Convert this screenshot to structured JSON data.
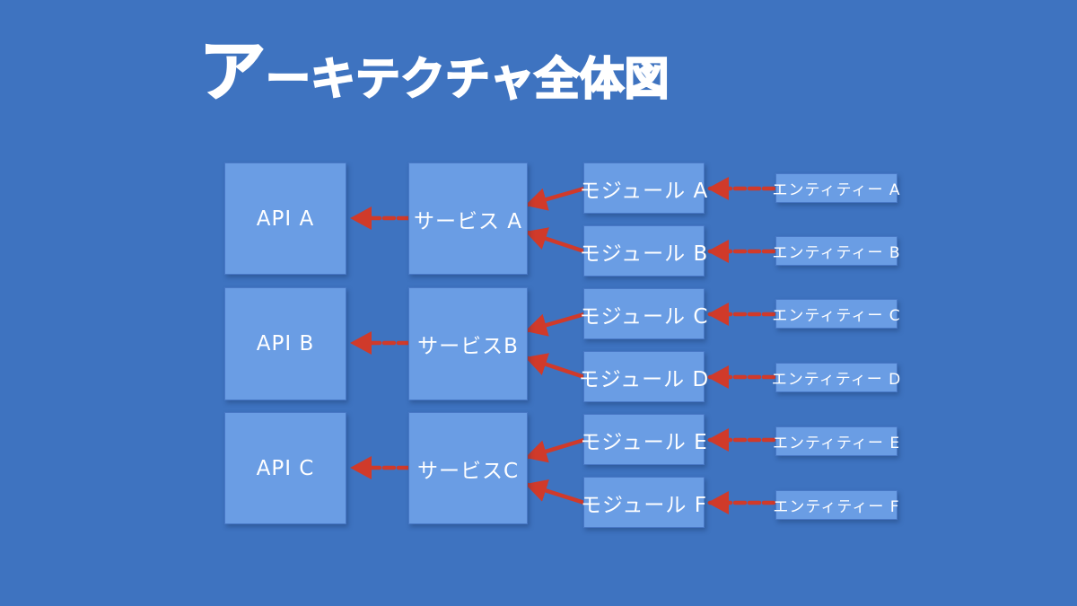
{
  "slide": {
    "title": "アーキテクチャ全体図"
  },
  "colors": {
    "background": "#3E73C0",
    "node_fill": "#6A9DE4",
    "node_border": "#4878C6",
    "arrow": "#D03A2A",
    "text": "#FFFFFF"
  },
  "nodes": {
    "apis": [
      {
        "label": "API A"
      },
      {
        "label": "API B"
      },
      {
        "label": "API C"
      }
    ],
    "services": [
      {
        "label": "サービス A"
      },
      {
        "label": "サービスB"
      },
      {
        "label": "サービスC"
      }
    ],
    "modules": [
      {
        "label": "モジュール A"
      },
      {
        "label": "モジュール B"
      },
      {
        "label": "モジュール C"
      },
      {
        "label": "モジュール D"
      },
      {
        "label": "モジュール E"
      },
      {
        "label": "モジュール F"
      }
    ],
    "entities": [
      {
        "label": "エンティティー A"
      },
      {
        "label": "エンティティー B"
      },
      {
        "label": "エンティティー C"
      },
      {
        "label": "エンティティー D"
      },
      {
        "label": "エンティティー E"
      },
      {
        "label": "エンティティー F"
      }
    ]
  },
  "connections": [
    {
      "from": "サービス A",
      "to": "API A"
    },
    {
      "from": "サービスB",
      "to": "API B"
    },
    {
      "from": "サービスC",
      "to": "API C"
    },
    {
      "from": "モジュール A",
      "to": "サービス A"
    },
    {
      "from": "モジュール B",
      "to": "サービス A"
    },
    {
      "from": "モジュール C",
      "to": "サービスB"
    },
    {
      "from": "モジュール D",
      "to": "サービスB"
    },
    {
      "from": "モジュール E",
      "to": "サービスC"
    },
    {
      "from": "モジュール F",
      "to": "サービスC"
    },
    {
      "from": "エンティティー A",
      "to": "モジュール A"
    },
    {
      "from": "エンティティー B",
      "to": "モジュール B"
    },
    {
      "from": "エンティティー C",
      "to": "モジュール C"
    },
    {
      "from": "エンティティー D",
      "to": "モジュール D"
    },
    {
      "from": "エンティティー E",
      "to": "モジュール E"
    },
    {
      "from": "エンティティー F",
      "to": "モジュール F"
    }
  ]
}
